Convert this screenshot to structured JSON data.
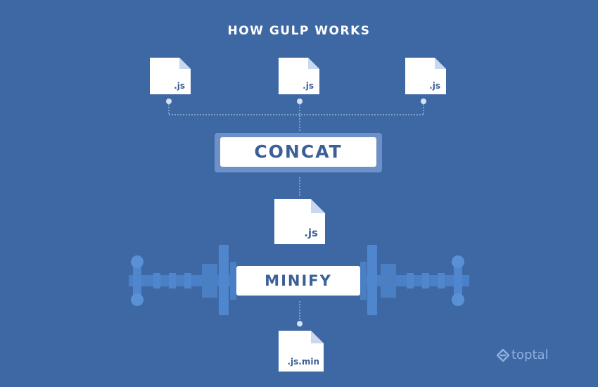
{
  "title": "HOW GULP WORKS",
  "inputs": [
    {
      "ext": ".js"
    },
    {
      "ext": ".js"
    },
    {
      "ext": ".js"
    }
  ],
  "steps": {
    "concat": "CONCAT",
    "minify": "MINIFY"
  },
  "intermediate_file": {
    "ext": ".js"
  },
  "output_file": {
    "ext": ".js.min"
  },
  "brand": "toptal",
  "colors": {
    "background": "#3e68a4",
    "box": "#ffffff",
    "box_text": "#3b5f97",
    "press": "#4a80c8",
    "press_dark": "#3a6fb5",
    "line": "#b9cde8"
  },
  "icons": [
    "file-icon",
    "toptal-logo-icon"
  ]
}
